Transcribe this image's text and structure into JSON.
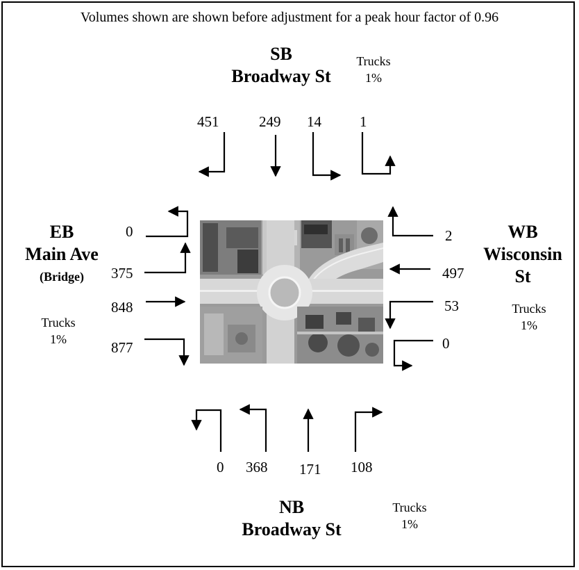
{
  "note": "Volumes shown are shown before adjustment for a peak hour factor of 0.96",
  "approaches": {
    "sb": {
      "direction": "SB",
      "street": "Broadway St",
      "trucks_label": "Trucks",
      "trucks_pct": "1%"
    },
    "nb": {
      "direction": "NB",
      "street": "Broadway St",
      "trucks_label": "Trucks",
      "trucks_pct": "1%"
    },
    "eb": {
      "direction": "EB",
      "street": "Main Ave",
      "qualifier": "(Bridge)",
      "trucks_label": "Trucks",
      "trucks_pct": "1%"
    },
    "wb": {
      "direction": "WB",
      "street_line1": "Wisconsin",
      "street_line2": "St",
      "trucks_label": "Trucks",
      "trucks_pct": "1%"
    }
  },
  "volumes": {
    "sb": [
      "451",
      "249",
      "14",
      "1"
    ],
    "eb": [
      "0",
      "375",
      "848",
      "877"
    ],
    "wb": [
      "2",
      "497",
      "53",
      "0"
    ],
    "nb": [
      "0",
      "368",
      "171",
      "108"
    ]
  }
}
